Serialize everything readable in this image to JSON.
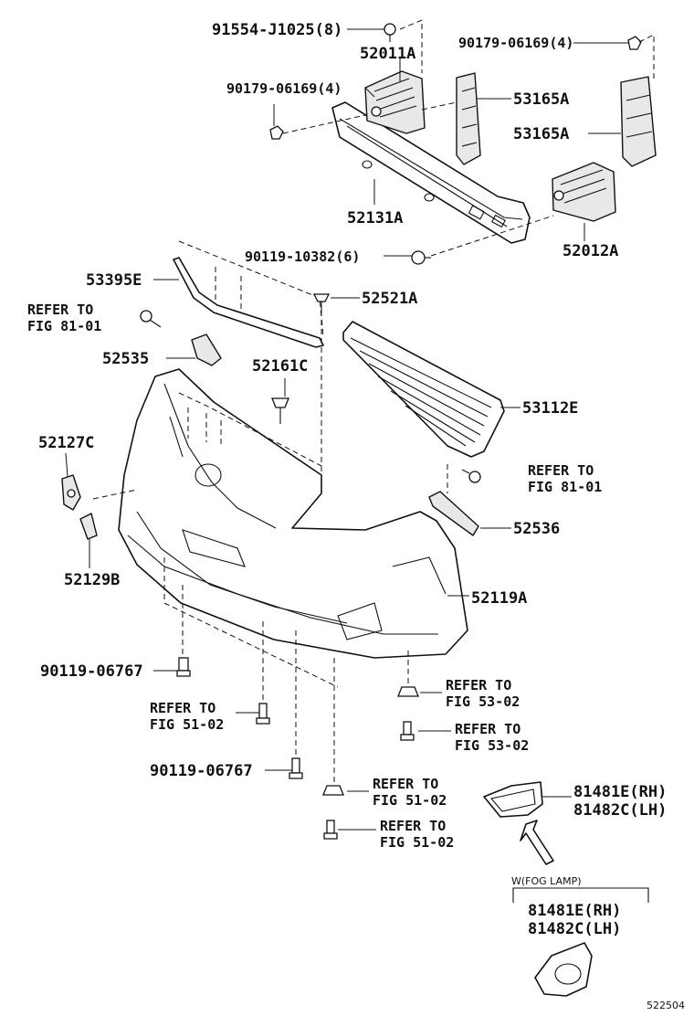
{
  "labels": {
    "bolt_91554": "91554-J1025(8)",
    "bracket_52011a": "52011A",
    "nut_top_right": "90179-06169(4)",
    "nut_top_left": "90179-06169(4)",
    "absorber_53165a_upper": "53165A",
    "absorber_53165a_lower": "53165A",
    "reinforcement_52131a": "52131A",
    "bracket_52012a": "52012A",
    "bolt_90119_10382": "90119-10382(6)",
    "molding_53395e": "53395E",
    "clip_52521a": "52521A",
    "refer_81_left_1": "REFER TO",
    "refer_81_left_2": "FIG 81-01",
    "bracket_52535": "52535",
    "clip_52161c": "52161C",
    "grille_53112e": "53112E",
    "part_52127c": "52127C",
    "refer_81_right_1": "REFER TO",
    "refer_81_right_2": "FIG 81-01",
    "bracket_52536": "52536",
    "part_52129b": "52129B",
    "bumper_52119a": "52119A",
    "bolt_90119_06767_a": "90119-06767",
    "refer_53_a_1": "REFER TO",
    "refer_53_a_2": "FIG 53-02",
    "refer_51_a_1": "REFER TO",
    "refer_51_a_2": "FIG 51-02",
    "refer_53_b_1": "REFER TO",
    "refer_53_b_2": "FIG 53-02",
    "bolt_90119_06767_b": "90119-06767",
    "refer_51_b_1": "REFER TO",
    "refer_51_b_2": "FIG 51-02",
    "refer_51_c_1": "REFER TO",
    "refer_51_c_2": "FIG 51-02",
    "cover_81481e_rh": "81481E(RH)",
    "cover_81482c_lh": "81482C(LH)",
    "fog_lamp_note": "W(FOG LAMP)",
    "cover_fog_81481e_rh": "81481E(RH)",
    "cover_fog_81482c_lh": "81482C(LH)",
    "figure_number": "522504"
  }
}
